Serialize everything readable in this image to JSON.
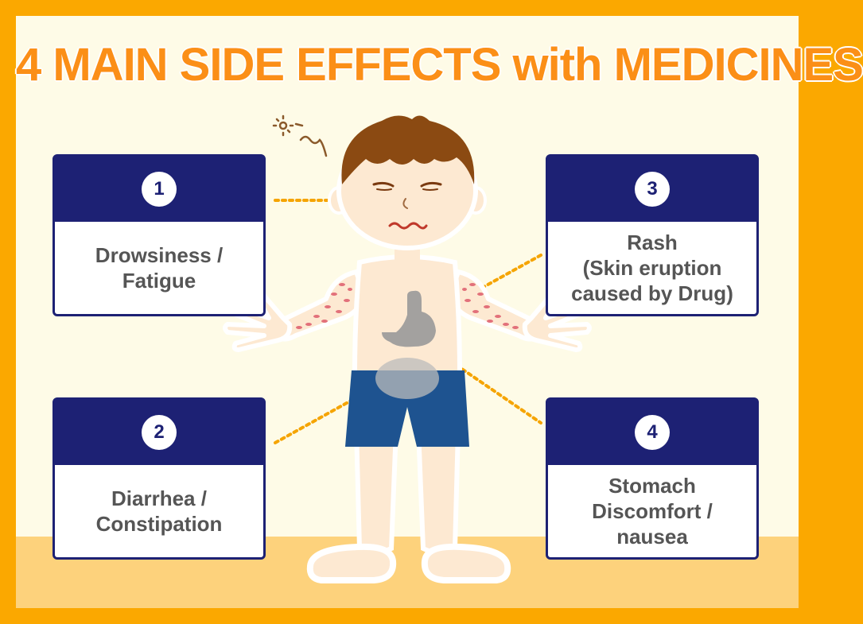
{
  "title": "4 MAIN SIDE EFFECTS with MEDICINES",
  "effects": [
    {
      "number": "1",
      "label": "Drowsiness /\nFatigue"
    },
    {
      "number": "2",
      "label": "Diarrhea /\nConstipation"
    },
    {
      "number": "3",
      "label": "Rash\n(Skin eruption\ncaused by Drug)"
    },
    {
      "number": "4",
      "label": "Stomach\nDiscomfort /\nnausea"
    }
  ],
  "colors": {
    "border": "#fba800",
    "background": "#fefbe7",
    "floor": "#fdd27c",
    "title": "#fb8f17",
    "card_header": "#1d2174",
    "card_text": "#555555",
    "skin": "#fde9d2",
    "hair": "#8b4a12",
    "shorts": "#1e5390",
    "rash": "#e2707a",
    "stomach": "#999999",
    "connector": "#f5a400"
  }
}
